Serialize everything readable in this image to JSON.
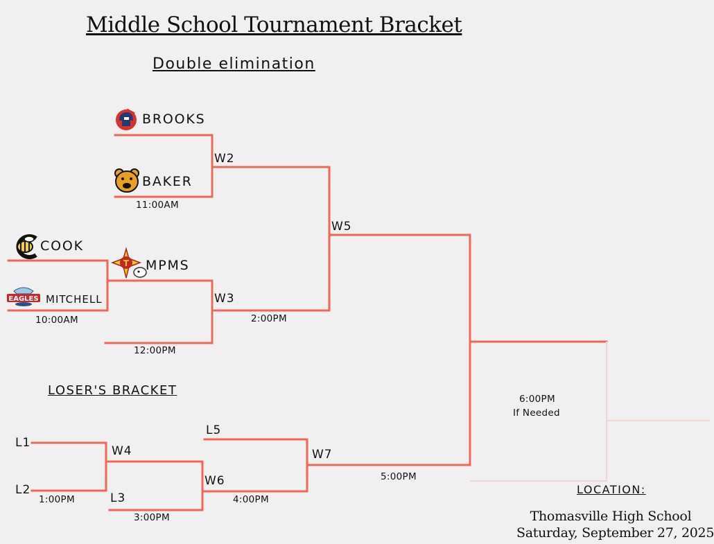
{
  "title": "Middle School Tournament Bracket",
  "subtitle": "Double elimination",
  "teams": {
    "brooks": "BROOKS",
    "baker": "BAKER",
    "cook": "COOK",
    "mpms": "MPMS",
    "mitchell": "MITCHELL"
  },
  "games": {
    "w2": "W2",
    "w3": "W3",
    "w4": "W4",
    "w5": "W5",
    "w6": "W6",
    "w7": "W7",
    "l1": "L1",
    "l2": "L2",
    "l3": "L3",
    "l5": "L5"
  },
  "times": {
    "brooks_baker": "11:00AM",
    "cook_mitchell": "10:00AM",
    "mpms_game": "12:00PM",
    "w5_game": "2:00PM",
    "l1_l2": "1:00PM",
    "w4_l3": "3:00PM",
    "w6_l5": "4:00PM",
    "final": "5:00PM",
    "if_needed_time": "6:00PM",
    "if_needed_label": "If Needed"
  },
  "losers_bracket": "LOSER'S BRACKET",
  "location": {
    "label": "LOCATION:",
    "venue": "Thomasville High School",
    "date": "Saturday, September 27, 2025"
  },
  "colors": {
    "line": "#f0675a",
    "faint_line": "#f4d7d3",
    "background": "#f0f0f0"
  },
  "icons": [
    "brooks-logo",
    "bears-logo",
    "yellowjacket-logo",
    "mpms-logo",
    "eagles-logo"
  ]
}
